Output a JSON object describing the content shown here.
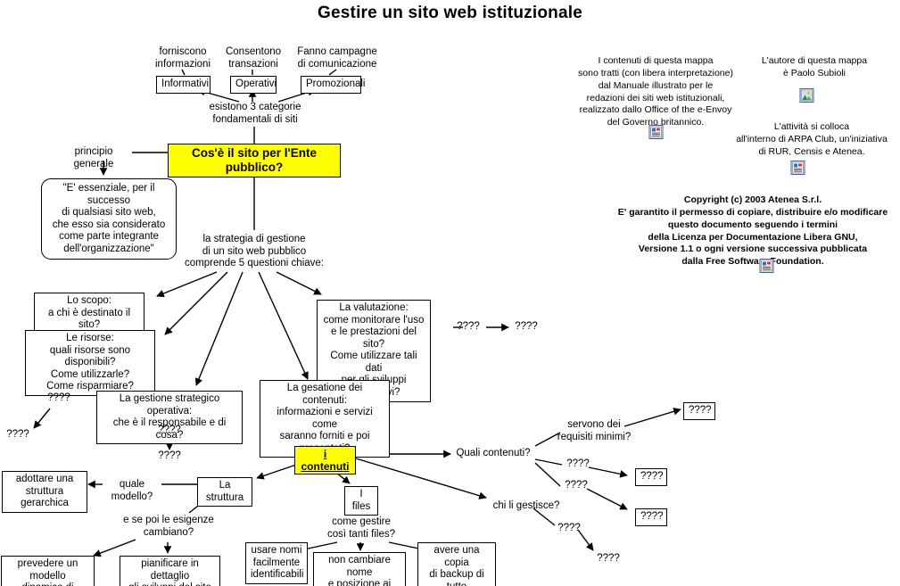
{
  "title": "Gestire un sito web istituzionale",
  "colors": {
    "highlight": "#ffff00",
    "background": "#ffffff",
    "line": "#000000",
    "icon_frame": "#3a5fa8"
  },
  "nodes": {
    "cat_label_1": "forniscono\ninformazioni",
    "cat_label_2": "Consentono\ntransazioni",
    "cat_label_3": "Fanno campagne\ndi comunicazione",
    "cat_box_1": "Informativi",
    "cat_box_2": "Operativi",
    "cat_box_3": "Promozionali",
    "esistono": "esistono 3 categorie\nfondamentali di siti",
    "principio": "principio generale",
    "root": "Cos'è il sito per l'Ente pubblico?",
    "essenziale": "\"E' essenziale, per il successo\ndi qualsiasi sito web,\nche esso sia considerato\ncome parte integrante\ndell'organizzazione\"",
    "strategia": "la strategia di gestione\ndi un sito web pubblico\ncomprende 5 questioni chiave:",
    "scopo": "Lo scopo:\na chi è destinato il sito?",
    "risorse": "Le risorse:\nquali risorse sono disponibili?\nCome utilizzarle?\nCome risparmiare?",
    "valutazione": "La valutazione:\ncome monitorare l'uso\ne le prestazioni del sito?\nCome utilizzare tali dati\nper gli sviluppi successivi?",
    "gestione_strategica": "La gestione strategico operativa:\nche è il responsabile e di cosa?",
    "gestione_contenuti": "La gesatione dei contenuti:\ninformazioni e servizi come\nsaranno forniti e poi presentati?",
    "contenuti": "i contenuti",
    "quali_contenuti": "Quali contenuti?",
    "chi_gestisce": "chi li gestisce?",
    "requisiti": "servono dei\nrequisiti minimi?",
    "struttura": "La struttura",
    "quale_modello": "quale modello?",
    "gerarchica": "adottare una\nstruttura gerarchica",
    "esigenze": "e se poi le esigenze\ncambiano?",
    "modello_dinamico": "prevedere un modello\ndinamico di gestione",
    "pianificare": "pianificare in dettaglio\ngli sviluppi del sito",
    "files": "I files",
    "come_gestire": "come gestire\ncosì tanti files?",
    "nomi": "usare nomi\nfacilmente\nidentificabili",
    "non_cambiare": "non cambiare nome\ne posizione ai files",
    "backup": "avere una copia\ndi backup di tutto\nil sito",
    "q_valutazione_link": "????",
    "q_valutazione_target": "????",
    "q_risorse_link": "????",
    "q_risorse_target": "????",
    "q_gestione_link": "????",
    "q_gestione_target": "????",
    "q_requisiti_target": "????",
    "q_quali_link_1": "????",
    "q_quali_target_1": "????",
    "q_quali_link_2": "????",
    "q_quali_target_2": "????",
    "q_chi_link": "????",
    "q_chi_target": "????"
  },
  "notes": {
    "sources": "I contenuti di questa mappa\nsono tratti (con libera interpretazione)\ndal Manuale illustrato per le\nredazioni dei siti web istituzionali,\nrealizzato dallo Office of the e-Envoy\ndel Governo britannico.",
    "author": "L'autore di questa mappa\nè Paolo Subioli",
    "activity": "L'attività si colloca\nall'interno di ARPA Club, un'iniziativa\ndi RUR, Censis e Atenea.",
    "copyright": "Copyright (c)  2003 Atenea S.r.l.\nE' garantito il permesso di copiare, distribuire e/o modificare\nquesto documento seguendo i termini\ndella Licenza per Documentazione Libera GNU,\nVersione 1.1 o ogni versione successiva pubblicata\ndalla Free Software Foundation."
  },
  "icons": {
    "sources_icon": "document-note-icon",
    "author_icon": "picture-note-icon",
    "activity_icon": "document-note-icon",
    "copyright_icon": "document-note-icon"
  }
}
